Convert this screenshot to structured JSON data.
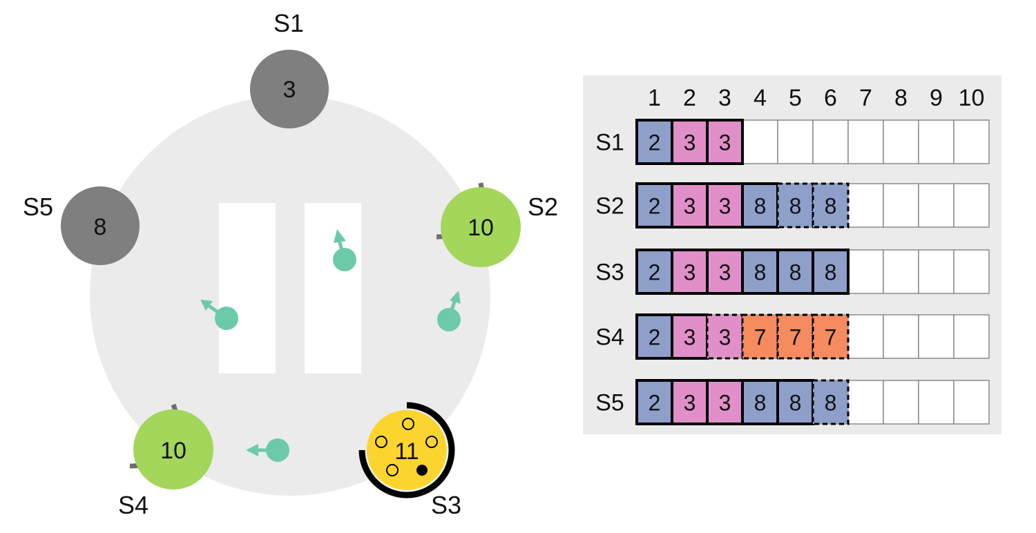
{
  "colors": {
    "ring": "#ebebeb",
    "follower": "#7f7f7f",
    "candidate": "#a3d65a",
    "leader": "#fbd52e",
    "message": "#6ccaa8",
    "log_panel": "#ebebeb",
    "term_colors": {
      "2": "#8e9fca",
      "3": "#e18fc8",
      "7": "#f58b5f",
      "8": "#8e9fca"
    }
  },
  "servers": [
    {
      "id": "S1",
      "label": "S1",
      "term": "3",
      "state": "follower"
    },
    {
      "id": "S2",
      "label": "S2",
      "term": "10",
      "state": "candidate"
    },
    {
      "id": "S3",
      "label": "S3",
      "term": "11",
      "state": "leader"
    },
    {
      "id": "S4",
      "label": "S4",
      "term": "10",
      "state": "candidate"
    },
    {
      "id": "S5",
      "label": "S5",
      "term": "8",
      "state": "follower"
    }
  ],
  "messages": [
    {
      "from": "center-left",
      "icon": "rpc-message-icon"
    },
    {
      "from": "center-right",
      "icon": "rpc-message-icon"
    },
    {
      "from": "toward-s2",
      "icon": "rpc-message-icon"
    },
    {
      "from": "toward-s4",
      "icon": "rpc-message-icon"
    }
  ],
  "log_panel": {
    "columns": [
      "1",
      "2",
      "3",
      "4",
      "5",
      "6",
      "7",
      "8",
      "9",
      "10"
    ],
    "rows": [
      {
        "server": "S1",
        "entries": [
          {
            "term": "2",
            "committed": true
          },
          {
            "term": "3",
            "committed": true
          },
          {
            "term": "3",
            "committed": true
          }
        ]
      },
      {
        "server": "S2",
        "entries": [
          {
            "term": "2",
            "committed": true
          },
          {
            "term": "3",
            "committed": true
          },
          {
            "term": "3",
            "committed": true
          },
          {
            "term": "8",
            "committed": true
          },
          {
            "term": "8",
            "committed": false
          },
          {
            "term": "8",
            "committed": false
          }
        ]
      },
      {
        "server": "S3",
        "entries": [
          {
            "term": "2",
            "committed": true
          },
          {
            "term": "3",
            "committed": true
          },
          {
            "term": "3",
            "committed": true
          },
          {
            "term": "8",
            "committed": true
          },
          {
            "term": "8",
            "committed": true
          },
          {
            "term": "8",
            "committed": true
          }
        ]
      },
      {
        "server": "S4",
        "entries": [
          {
            "term": "2",
            "committed": true
          },
          {
            "term": "3",
            "committed": true
          },
          {
            "term": "3",
            "committed": false
          },
          {
            "term": "7",
            "committed": false
          },
          {
            "term": "7",
            "committed": false
          },
          {
            "term": "7",
            "committed": false
          }
        ]
      },
      {
        "server": "S5",
        "entries": [
          {
            "term": "2",
            "committed": true
          },
          {
            "term": "3",
            "committed": true
          },
          {
            "term": "3",
            "committed": true
          },
          {
            "term": "8",
            "committed": true
          },
          {
            "term": "8",
            "committed": true
          },
          {
            "term": "8",
            "committed": false
          }
        ]
      }
    ]
  }
}
